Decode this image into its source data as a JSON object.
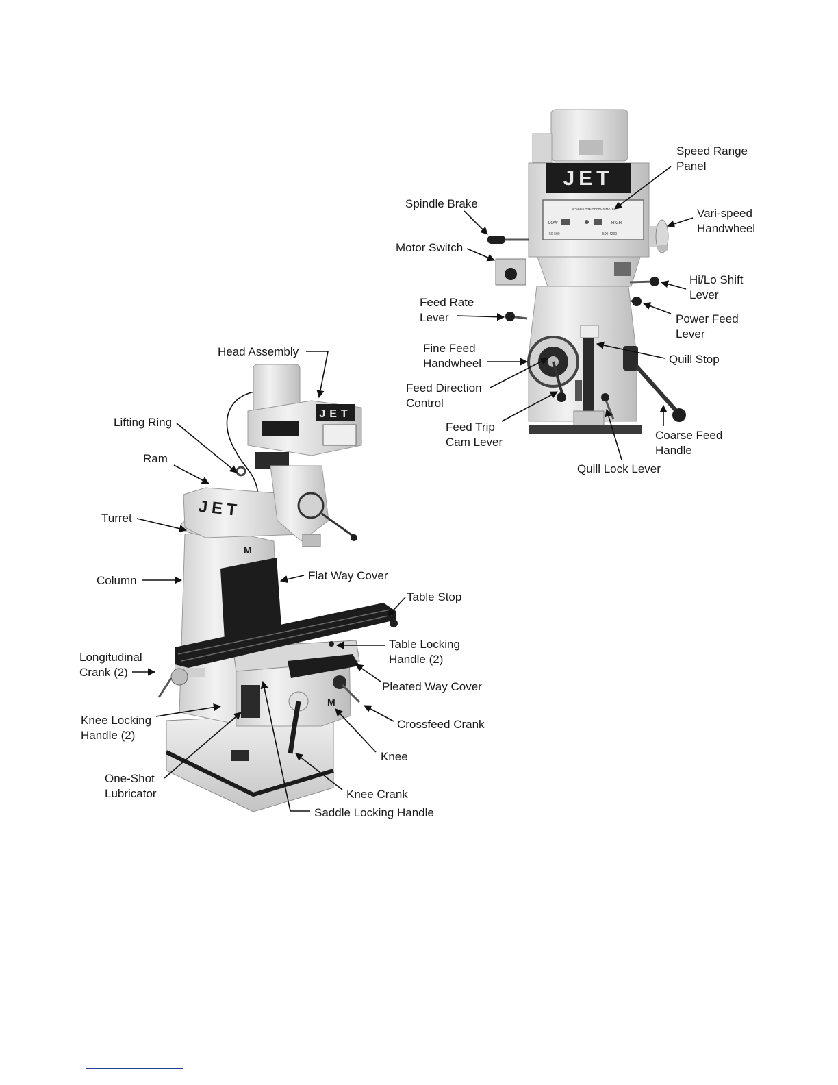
{
  "brand": {
    "logo_text": "JET",
    "column_mark": "M"
  },
  "front_view": {
    "panel_text": {
      "header": "SPEEDS ARE APPROXIMATE",
      "low": "LOW",
      "high": "HIGH",
      "low_range": "50-500",
      "high_range": "500-4200"
    },
    "callouts": {
      "speed_range_panel": [
        "Speed Range",
        "Panel"
      ],
      "spindle_brake": [
        "Spindle Brake"
      ],
      "vari_speed_handwheel": [
        "Vari-speed",
        "Handwheel"
      ],
      "motor_switch": [
        "Motor Switch"
      ],
      "hi_lo_shift_lever": [
        "Hi/Lo Shift",
        "Lever"
      ],
      "feed_rate_lever": [
        "Feed Rate",
        "Lever"
      ],
      "power_feed_lever": [
        "Power Feed",
        "Lever"
      ],
      "fine_feed_handwheel": [
        "Fine Feed",
        "Handwheel"
      ],
      "quill_stop": [
        "Quill Stop"
      ],
      "feed_direction_control": [
        "Feed Direction",
        "Control"
      ],
      "feed_trip_cam_lever": [
        "Feed Trip",
        "Cam Lever"
      ],
      "coarse_feed_handle": [
        "Coarse Feed",
        "Handle"
      ],
      "quill_lock_lever": [
        "Quill Lock Lever"
      ]
    }
  },
  "side_view": {
    "callouts": {
      "head_assembly": [
        "Head Assembly"
      ],
      "lifting_ring": [
        "Lifting Ring"
      ],
      "ram": [
        "Ram"
      ],
      "turret": [
        "Turret"
      ],
      "column": [
        "Column"
      ],
      "flat_way_cover": [
        "Flat Way Cover"
      ],
      "table_stop": [
        "Table Stop"
      ],
      "table_locking_handle": [
        "Table Locking",
        "Handle  (2)"
      ],
      "longitudinal_crank": [
        "Longitudinal",
        "Crank  (2)"
      ],
      "pleated_way_cover": [
        "Pleated Way Cover"
      ],
      "knee_locking_handle": [
        "Knee Locking",
        "Handle (2)"
      ],
      "crossfeed_crank": [
        "Crossfeed Crank"
      ],
      "knee": [
        "Knee"
      ],
      "one_shot_lubricator": [
        "One-Shot",
        "Lubricator"
      ],
      "knee_crank": [
        "Knee Crank"
      ],
      "saddle_locking_handle": [
        "Saddle Locking Handle"
      ]
    }
  },
  "colors": {
    "machine_light": "#e6e6e6",
    "machine_mid": "#bdbdbd",
    "machine_dark": "#1c1c1c",
    "footer_rule": "#1f3f8f"
  }
}
